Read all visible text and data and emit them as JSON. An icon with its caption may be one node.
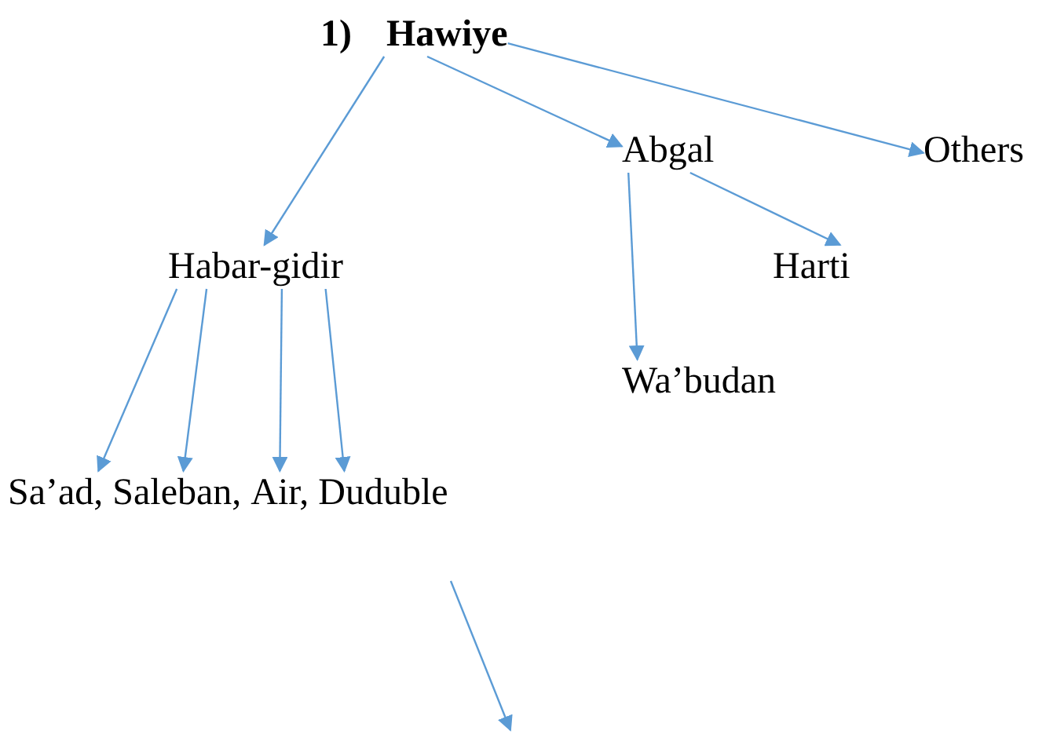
{
  "diagram": {
    "nodes": [
      {
        "text": [
          "1)",
          "Hawiye"
        ]
      },
      {
        "text": [
          "Habar-gidir"
        ]
      },
      {
        "text": [
          "Abgal"
        ]
      },
      {
        "text": [
          "Others"
        ]
      },
      {
        "text": [
          "Harti"
        ]
      },
      {
        "text": [
          "Wa’budan"
        ]
      },
      {
        "text": [
          "Sa’ad,"
        ]
      },
      {
        "text": [
          "Saleban,"
        ]
      },
      {
        "text": [
          "Air,"
        ]
      },
      {
        "text": [
          "Duduble"
        ]
      }
    ],
    "edges": [
      {
        "from": 0,
        "to": 1,
        "arrow": "to"
      },
      {
        "from": 0,
        "to": 2,
        "arrow": "to"
      },
      {
        "from": 0,
        "to": 3,
        "arrow": "to"
      },
      {
        "from": 2,
        "to": 4,
        "arrow": "to"
      },
      {
        "from": 2,
        "to": 5,
        "arrow": "to"
      },
      {
        "from": 1,
        "to": 6,
        "arrow": "to"
      },
      {
        "from": 1,
        "to": 7,
        "arrow": "to"
      },
      {
        "from": 1,
        "to": 8,
        "arrow": "to"
      },
      {
        "from": 1,
        "to": 9,
        "arrow": "to"
      }
    ]
  }
}
